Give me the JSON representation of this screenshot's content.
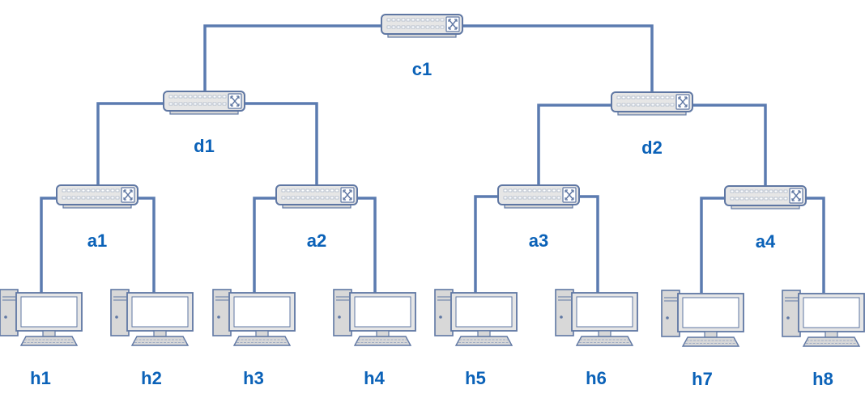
{
  "diagram": {
    "core": [
      {
        "id": "c1",
        "label": "c1"
      }
    ],
    "distribution": [
      {
        "id": "d1",
        "label": "d1",
        "parent": "c1"
      },
      {
        "id": "d2",
        "label": "d2",
        "parent": "c1"
      }
    ],
    "access": [
      {
        "id": "a1",
        "label": "a1",
        "parent": "d1"
      },
      {
        "id": "a2",
        "label": "a2",
        "parent": "d1"
      },
      {
        "id": "a3",
        "label": "a3",
        "parent": "d2"
      },
      {
        "id": "a4",
        "label": "a4",
        "parent": "d2"
      }
    ],
    "hosts": [
      {
        "id": "h1",
        "label": "h1",
        "parent": "a1"
      },
      {
        "id": "h2",
        "label": "h2",
        "parent": "a1"
      },
      {
        "id": "h3",
        "label": "h3",
        "parent": "a2"
      },
      {
        "id": "h4",
        "label": "h4",
        "parent": "a2"
      },
      {
        "id": "h5",
        "label": "h5",
        "parent": "a3"
      },
      {
        "id": "h6",
        "label": "h6",
        "parent": "a3"
      },
      {
        "id": "h7",
        "label": "h7",
        "parent": "a4"
      },
      {
        "id": "h8",
        "label": "h8",
        "parent": "a4"
      }
    ],
    "colors": {
      "link": "#5b7bb0",
      "label": "#0b62b8",
      "device_fill": "#e6e6e6",
      "device_stroke": "#5f77a3",
      "screen_fill": "#ffffff"
    }
  }
}
